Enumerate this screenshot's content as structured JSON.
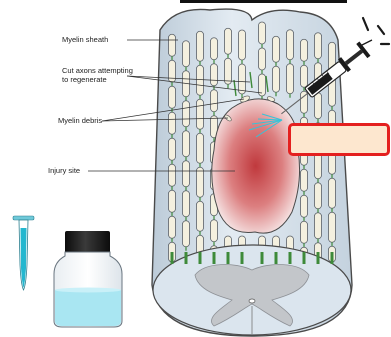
{
  "labels": {
    "myelin_sheath": "Myelin sheath",
    "cut_axons_line1": "Cut axons attempting",
    "cut_axons_line2": "to regenerate",
    "myelin_debris": "Myelin debris",
    "injury_site": "Injury site"
  },
  "callout": {
    "text": ""
  },
  "colors": {
    "cord_fill": "#d5e1eb",
    "cord_outline": "#4a4a4a",
    "grey_matter": "#bfc2c6",
    "injury_core": "#c9484a",
    "injury_edge": "#f3dede",
    "axon_fill": "#f4f0df",
    "axon_tip": "#3e8a3a",
    "syringe_liquid": "#24b7cf",
    "bottle_liquid": "#a9e6f2",
    "callout_border": "#e4201f",
    "callout_fill": "#fde7cf"
  }
}
